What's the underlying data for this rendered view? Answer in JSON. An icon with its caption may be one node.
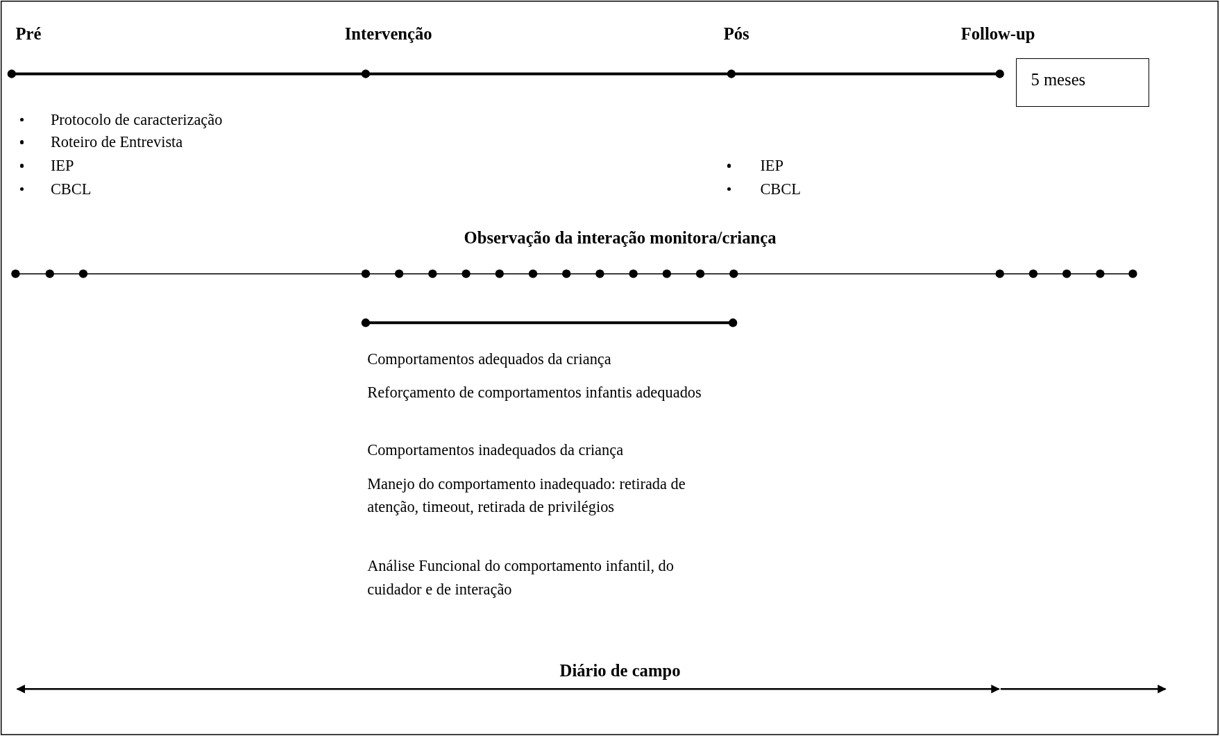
{
  "diagram": {
    "nodes": [
      {
        "text": [
          "5 meses"
        ]
      }
    ],
    "labels": [
      "Pré",
      "Intervenção",
      "Pós",
      "Follow-up",
      "Protocolo de caracterização",
      "Roteiro de Entrevista",
      "IEP",
      "CBCL",
      "IEP",
      "CBCL",
      "Observação da interação monitora/criança",
      "Comportamentos adequados da criança",
      "Reforçamento de comportamentos infantis adequados",
      "Comportamentos inadequados da criança",
      "Manejo do comportamento inadequado: retirada de atenção, timeout, retirada de privilégios",
      "Análise Funcional do comportamento infantil, do cuidador e de interação",
      "Diário de campo"
    ]
  }
}
